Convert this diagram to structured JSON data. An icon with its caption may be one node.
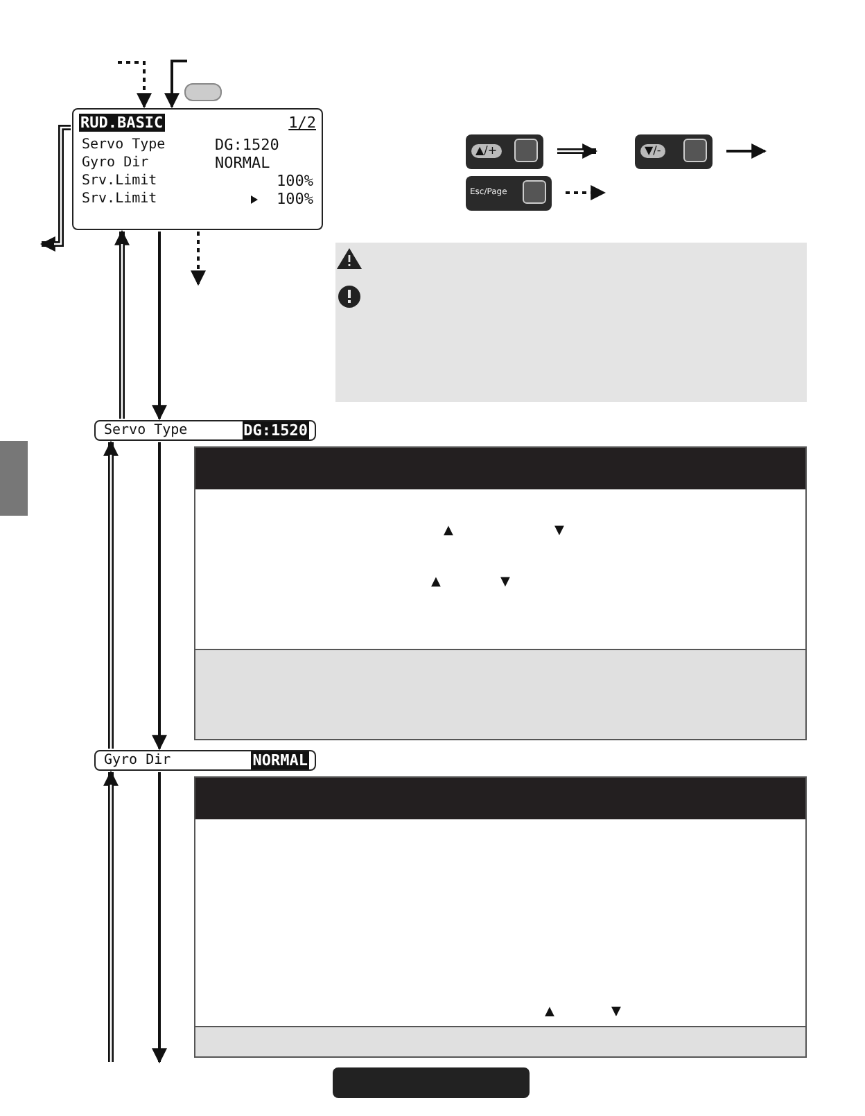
{
  "diagram": {
    "nodes": [
      {
        "text": [
          "RUD.BASIC",
          "1/2",
          "Servo Type",
          "DG:1520",
          "Gyro Dir",
          "NORMAL",
          "Srv.Limit",
          "100%",
          "Srv.Limit",
          "100%"
        ]
      },
      {
        "text": [
          "Servo Type",
          "DG:1520"
        ]
      },
      {
        "text": [
          "Gyro Dir",
          "NORMAL"
        ]
      }
    ],
    "edges": [
      {
        "from": null,
        "to": 0,
        "arrow": "to",
        "style": "dashed"
      },
      {
        "from": null,
        "to": 0,
        "arrow": "to"
      },
      {
        "from": 0,
        "to": null,
        "arrow": "to",
        "style": "thick"
      },
      {
        "from": 0,
        "to": null,
        "arrow": "to",
        "style": "dashed"
      },
      {
        "from": 0,
        "to": 1,
        "arrow": "to"
      },
      {
        "from": 1,
        "to": 0,
        "arrow": "to",
        "style": "thick"
      },
      {
        "from": 1,
        "to": 2,
        "arrow": "to"
      },
      {
        "from": 2,
        "to": 1,
        "arrow": "to",
        "style": "thick"
      },
      {
        "from": 2,
        "to": null,
        "arrow": "to"
      },
      {
        "from": null,
        "to": 2,
        "arrow": "to",
        "style": "thick"
      }
    ],
    "labels": [
      "▲",
      "▼",
      "▲",
      "▼",
      "▲",
      "▼"
    ],
    "legend": [
      {
        "text": "▲/+"
      },
      {
        "text": "▼/-"
      },
      {
        "text": "Esc/Page"
      }
    ]
  }
}
